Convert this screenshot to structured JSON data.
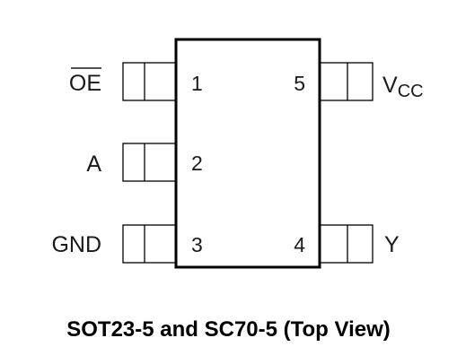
{
  "package_diagram": {
    "caption": "SOT23-5 and SC70-5 (Top View)",
    "pins": [
      {
        "number": "1",
        "signal": "OE",
        "signal_overbar": true,
        "subscript": ""
      },
      {
        "number": "2",
        "signal": "A",
        "signal_overbar": false,
        "subscript": ""
      },
      {
        "number": "3",
        "signal": "GND",
        "signal_overbar": false,
        "subscript": ""
      },
      {
        "number": "4",
        "signal": "Y",
        "signal_overbar": false,
        "subscript": ""
      },
      {
        "number": "5",
        "signal": "V",
        "signal_overbar": false,
        "subscript": "CC"
      }
    ]
  }
}
